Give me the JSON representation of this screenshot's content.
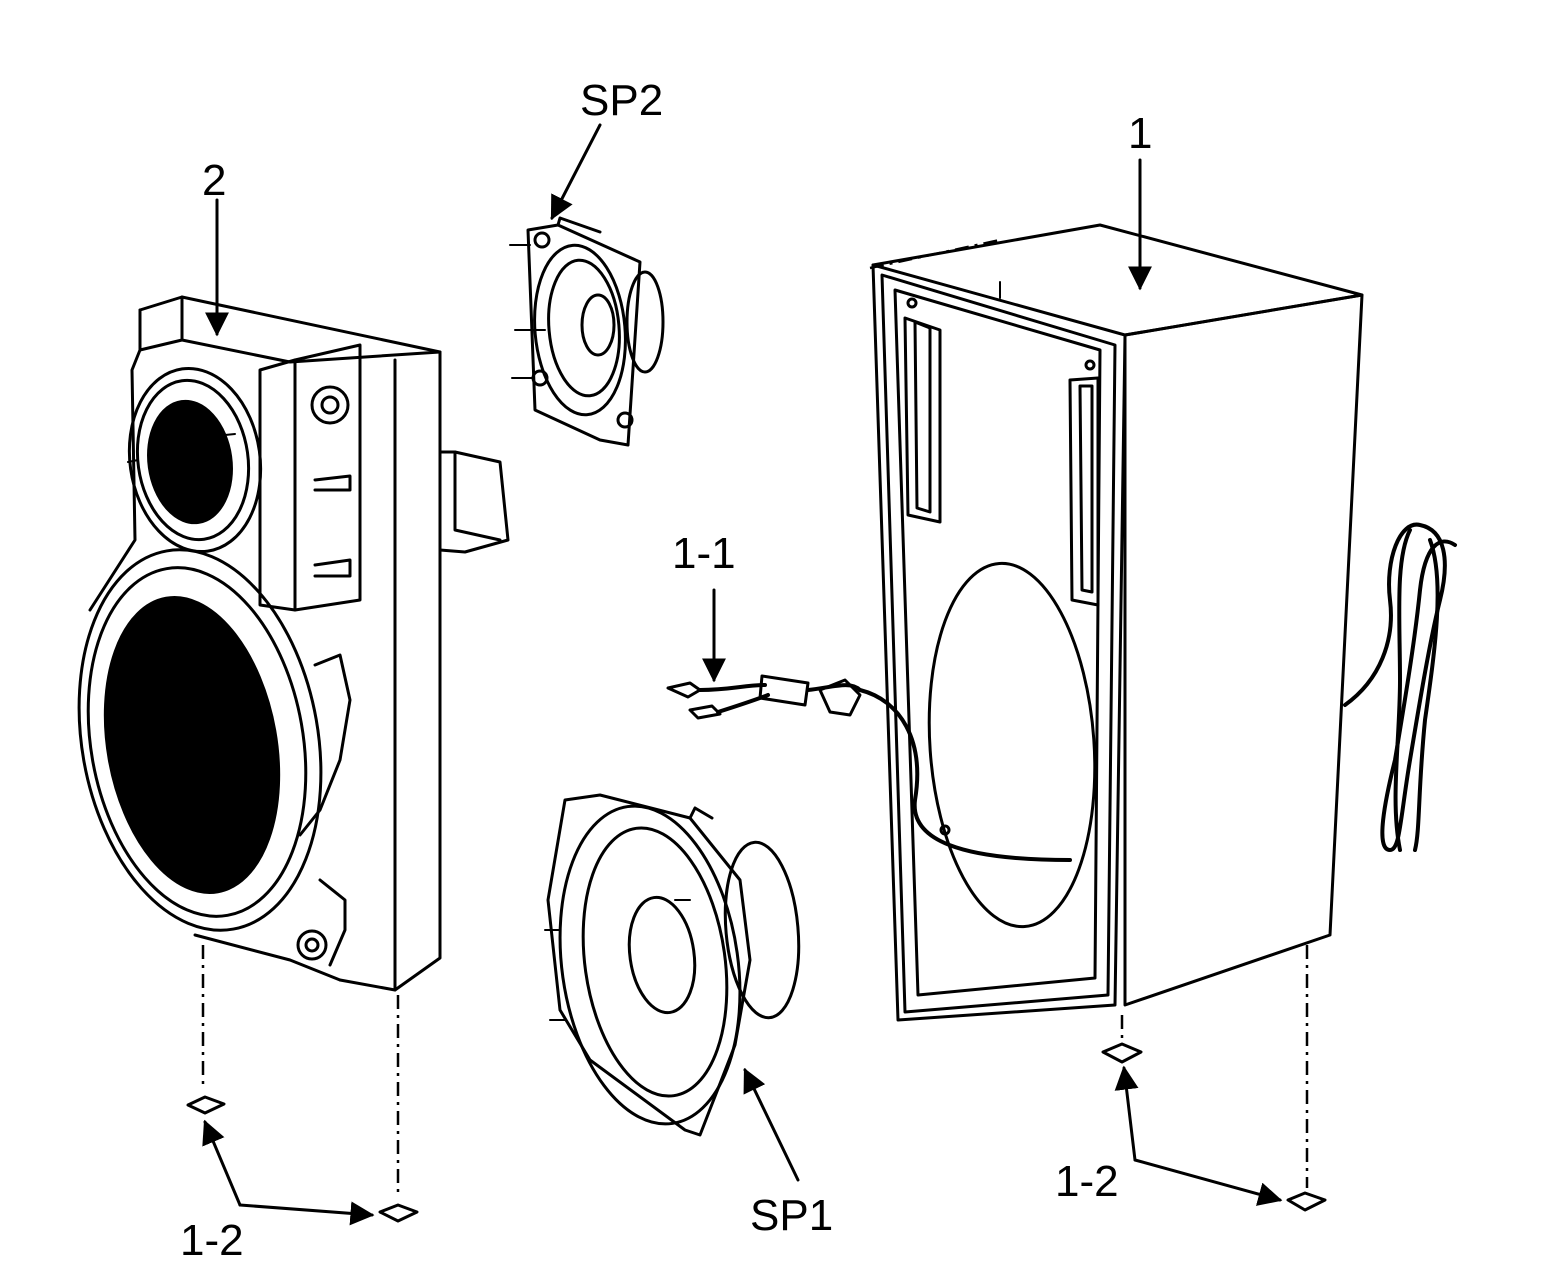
{
  "labels": {
    "part_2": "2",
    "sp2": "SP2",
    "part_1": "1",
    "part_1_1": "1-1",
    "sp1": "SP1",
    "part_1_2_left": "1-2",
    "part_1_2_right": "1-2"
  }
}
